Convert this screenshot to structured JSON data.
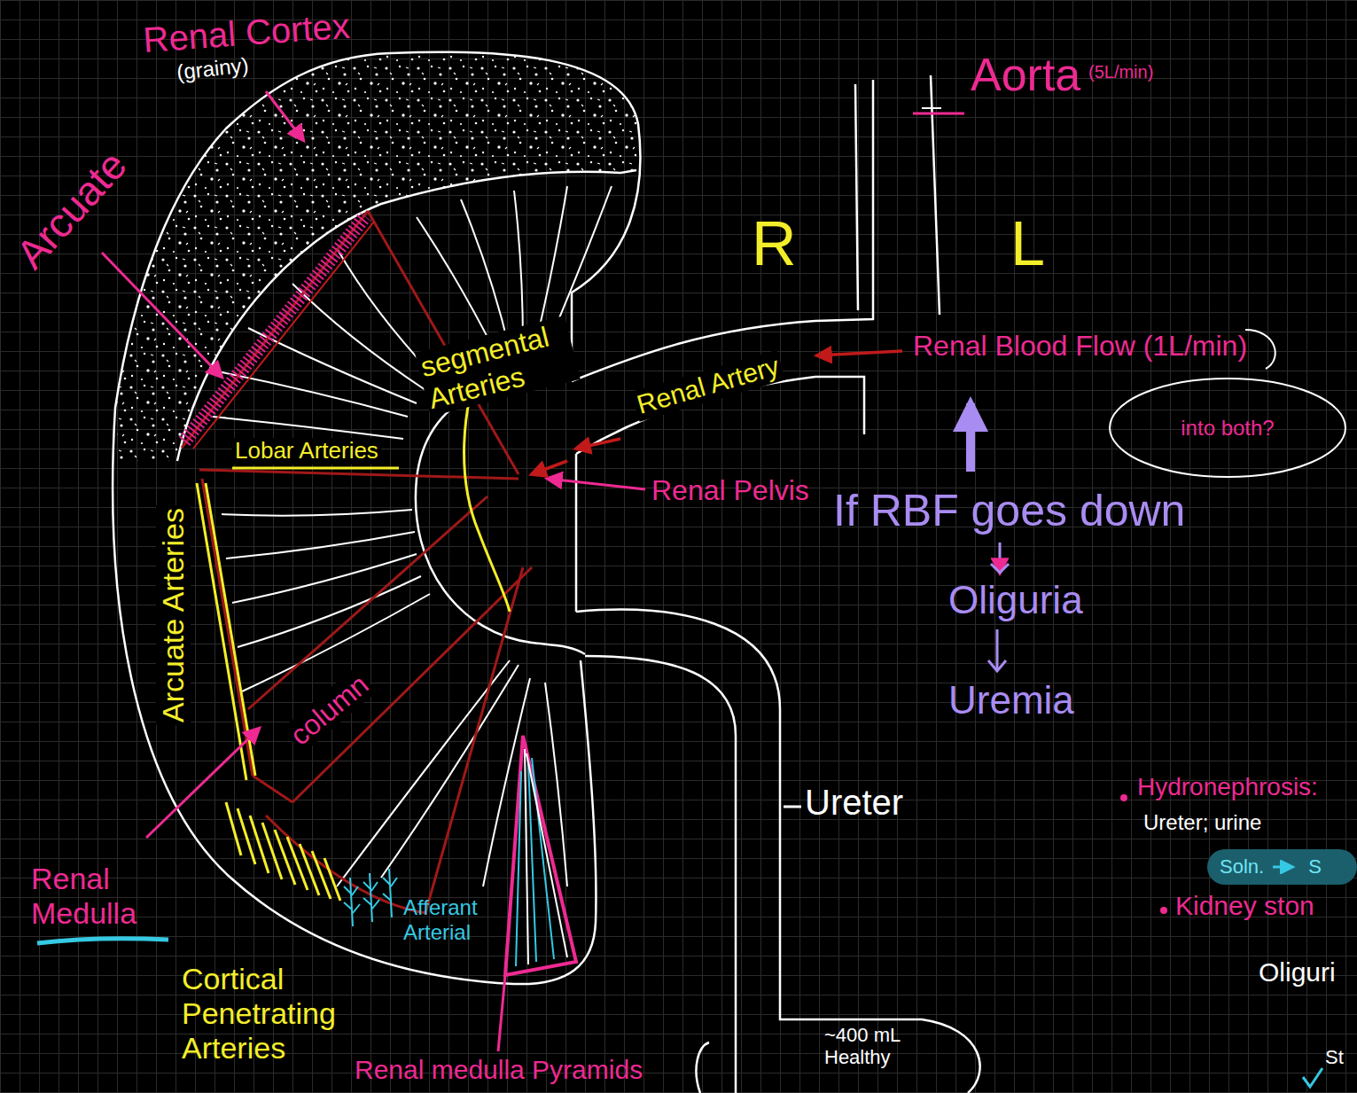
{
  "diagram": {
    "nodes": [
      {
        "text": [
          "into both?"
        ]
      },
      {
        "text": [
          "Soln.",
          "S"
        ]
      }
    ],
    "labels": [
      "Renal Cortex",
      "(grainy)",
      "Aorta",
      "(5L/min)",
      "Arcuate",
      "R",
      "L",
      "Renal Artery",
      "Renal Blood Flow (1L/min)",
      "segmental Arteries",
      "Lobar Arteries",
      "Renal Pelvis",
      "If RBF goes down",
      "Arcuate Arteries",
      "Oliguria",
      "Uremia",
      "column",
      "Ureter",
      "Hydronephrosis:",
      "Ureter; urine",
      "Kidney ston",
      "Renal Medulla",
      "Cortical Penetrating Arteries",
      "Afferant Arterial",
      "Oliguri",
      "~400 mL Healthy",
      "St",
      "Renal medulla Pyramids"
    ]
  }
}
